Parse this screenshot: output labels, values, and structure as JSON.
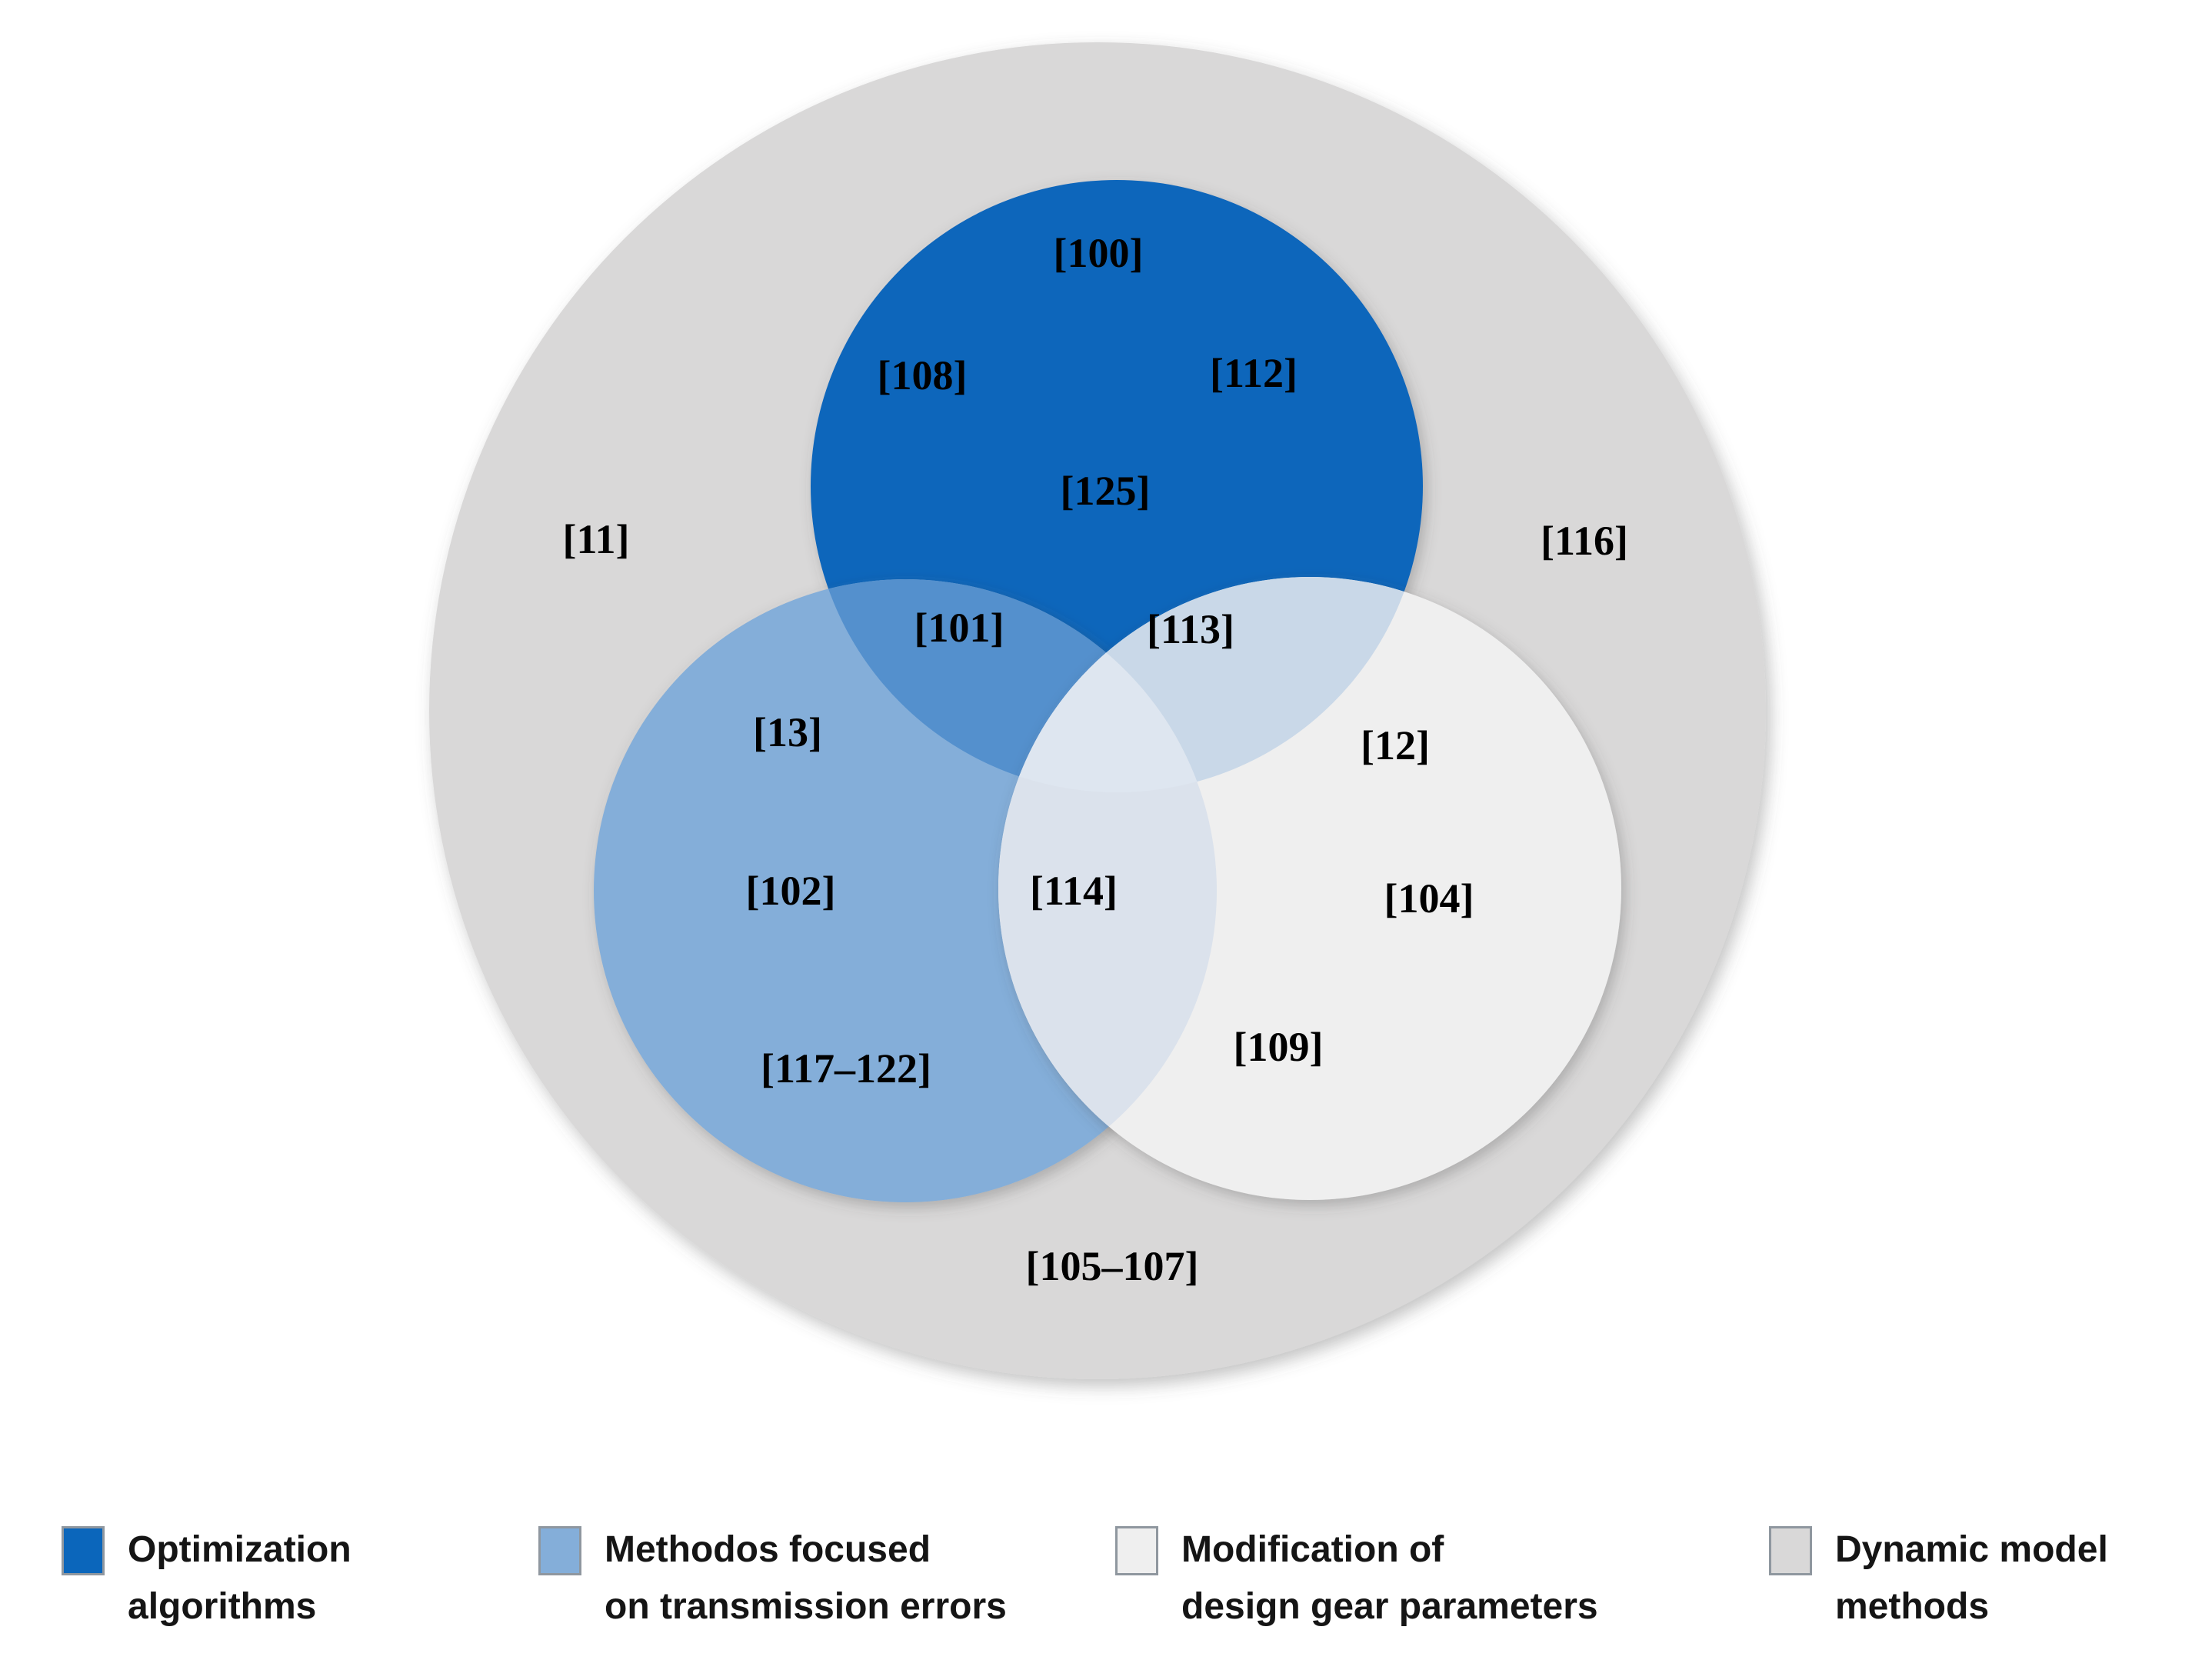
{
  "figure": {
    "type": "venn-diagram",
    "description": "Three overlapping method circles nested inside a larger dynamic-model-methods circle, labeled with citation reference numbers",
    "colors": {
      "optimization": "#0b66bb",
      "transmission": "#84aed9",
      "modification": "#efefef",
      "dynamic": "#d9d8d8",
      "overlap_opt_trans": "#5490cd",
      "overlap_opt_mod": "#c9d8e8",
      "overlap_trans_mod": "#dbe2ec",
      "overlap_center": "#dee6f0",
      "label_text": "#000000"
    },
    "labels": [
      {
        "text": "[100]",
        "region": "optimization-only"
      },
      {
        "text": "[108]",
        "region": "optimization-only"
      },
      {
        "text": "[112]",
        "region": "optimization-only"
      },
      {
        "text": "[125]",
        "region": "optimization-only"
      },
      {
        "text": "[11]",
        "region": "dynamic-only"
      },
      {
        "text": "[116]",
        "region": "dynamic-only"
      },
      {
        "text": "[101]",
        "region": "optimization-and-transmission"
      },
      {
        "text": "[113]",
        "region": "optimization-and-modification"
      },
      {
        "text": "[13]",
        "region": "transmission-only"
      },
      {
        "text": "[12]",
        "region": "modification-only"
      },
      {
        "text": "[102]",
        "region": "transmission-only"
      },
      {
        "text": "[114]",
        "region": "transmission-and-modification"
      },
      {
        "text": "[104]",
        "region": "modification-only"
      },
      {
        "text": "[117–122]",
        "region": "transmission-only"
      },
      {
        "text": "[109]",
        "region": "modification-only"
      },
      {
        "text": "[105–107]",
        "region": "dynamic-only"
      }
    ]
  },
  "legend": {
    "items": [
      {
        "lines": [
          "Optimization",
          "algorithms"
        ],
        "color": "#0b66bb"
      },
      {
        "lines": [
          "Methodos focused",
          "on transmission errors"
        ],
        "color": "#84aed9"
      },
      {
        "lines": [
          "Modification of",
          "design gear parameters"
        ],
        "color": "#efefef"
      },
      {
        "lines": [
          "Dynamic model",
          "methods"
        ],
        "color": "#d9d8d8"
      }
    ]
  }
}
